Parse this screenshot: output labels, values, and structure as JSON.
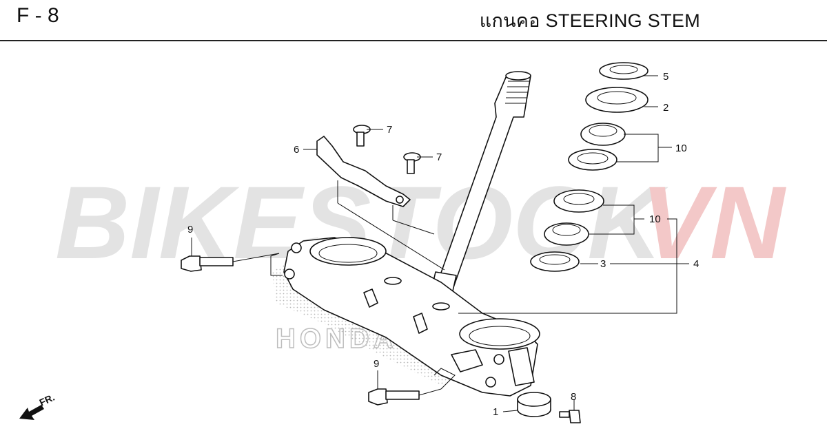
{
  "header": {
    "page_code": "F - 8",
    "title": "แกนคอ  STEERING STEM"
  },
  "watermark": {
    "part1": "BIKESTOCK",
    "part2": "VN",
    "color1": "#e3e3e3",
    "color2": "#f3c8c8"
  },
  "brand_mark": "HONDA",
  "direction_label": "FR.",
  "callouts": {
    "c1": "1",
    "c2": "2",
    "c3": "3",
    "c4": "4",
    "c5": "5",
    "c6": "6",
    "c7a": "7",
    "c7b": "7",
    "c8": "8",
    "c9a": "9",
    "c9b": "9",
    "c10a": "10",
    "c10b": "10"
  }
}
